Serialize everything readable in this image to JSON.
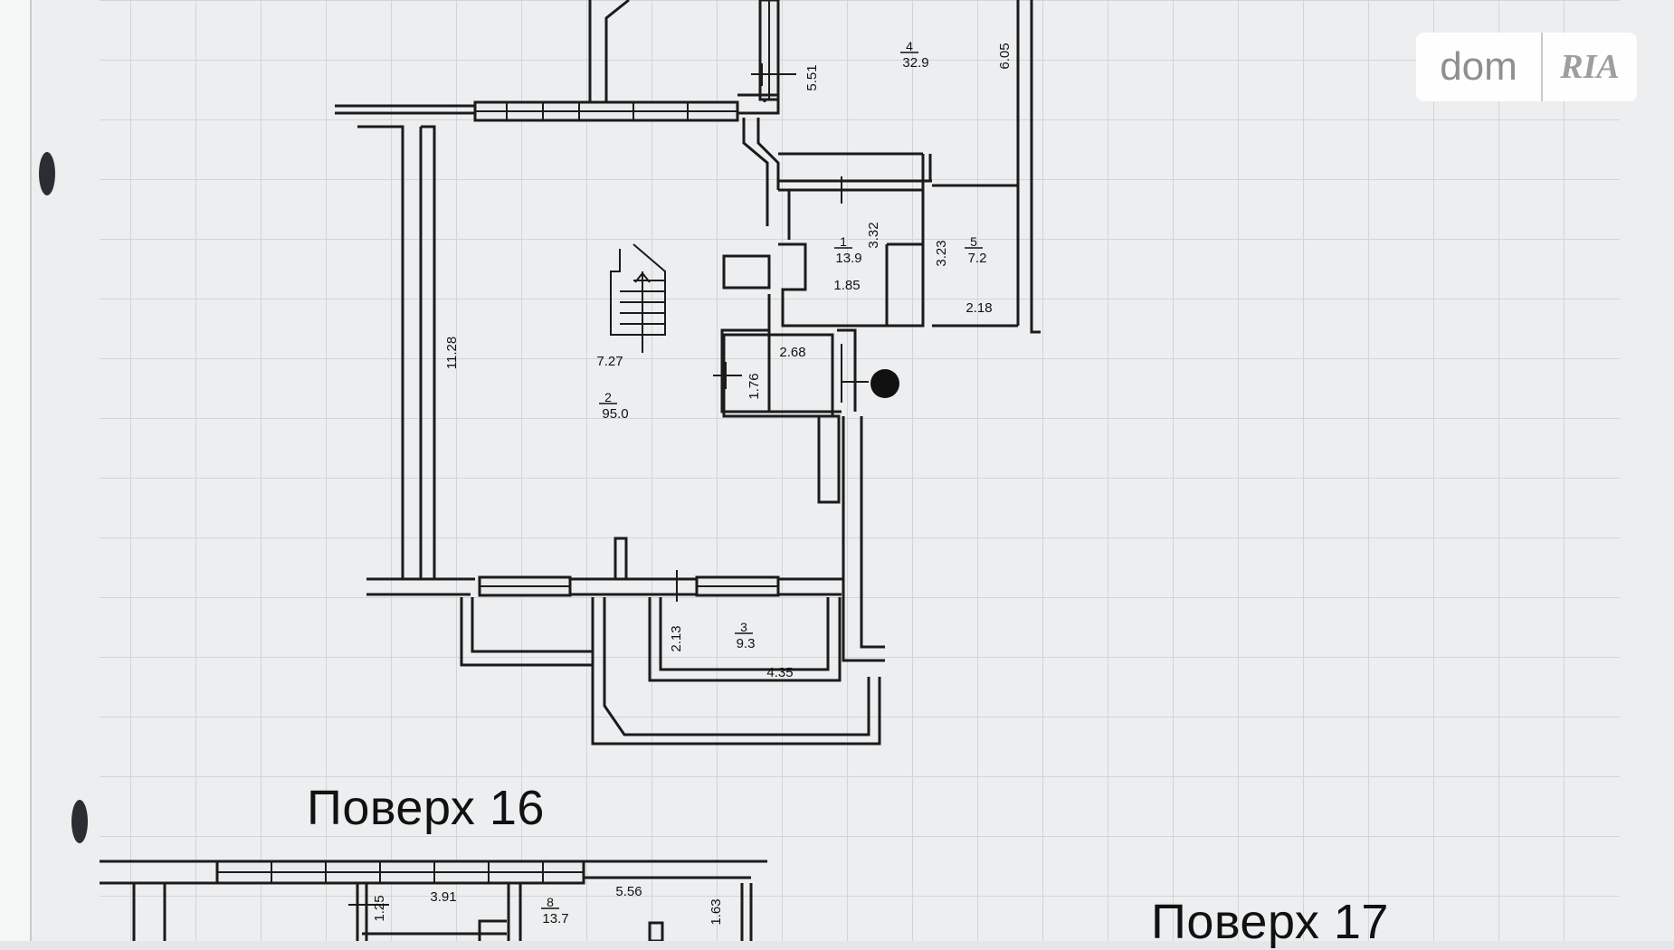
{
  "watermark": {
    "brand": "dom",
    "sub": "RIA"
  },
  "floors": {
    "floor16": "Поверх 16",
    "floor17": "Поверх 17"
  },
  "rooms": {
    "r1": {
      "num": "1",
      "area": "13.9"
    },
    "r2": {
      "num": "2",
      "area": "95.0"
    },
    "r3": {
      "num": "3",
      "area": "9.3"
    },
    "r4": {
      "num": "4",
      "area": "32.9"
    },
    "r5": {
      "num": "5",
      "area": "7.2"
    },
    "r8": {
      "num": "8",
      "area": "13.7"
    }
  },
  "dims": {
    "d551": "5.51",
    "d605": "6.05",
    "d332": "3.32",
    "d323": "3.23",
    "d185": "1.85",
    "d218": "2.18",
    "d1128": "11.28",
    "d727": "7.27",
    "d268": "2.68",
    "d176": "1.76",
    "d213": "2.13",
    "d435": "4.35",
    "d125": "1.25",
    "d391": "3.91",
    "d556": "5.56",
    "d163": "1.63"
  }
}
